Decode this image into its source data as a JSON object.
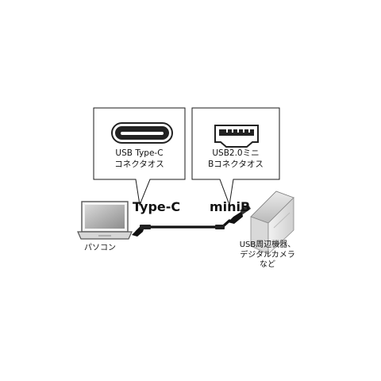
{
  "callouts": {
    "typec": {
      "line1": "USB Type-C",
      "line2": "コネクタオス"
    },
    "minib": {
      "line1": "USB2.0ミニ",
      "line2": "Bコネクタオス"
    }
  },
  "plugs": {
    "typec_label": "Type-C",
    "minib_label": "miniB"
  },
  "devices": {
    "pc_label": "パソコン",
    "usb_label": {
      "line1": "USB周辺機器、",
      "line2": "デジタルカメラ",
      "line3": "など"
    }
  },
  "icons": {
    "typec_connector": "usb-type-c-port-icon",
    "minib_connector": "usb-mini-b-port-icon",
    "pc": "laptop-icon",
    "device": "external-drive-icon"
  }
}
